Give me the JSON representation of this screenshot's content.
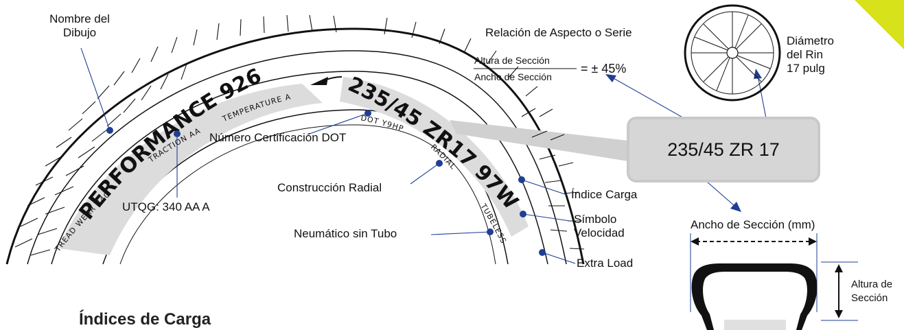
{
  "labels": {
    "pattern_name": "Nombre del\nDibujo",
    "dot_cert": "Número Certificación DOT",
    "utqg": "UTQG: 340 AA A",
    "radial_construction": "Construcción Radial",
    "tubeless": "Neumático sin Tubo",
    "load_index": "Índice Carga",
    "speed_symbol": "Símbolo\nVelocidad",
    "extra_load": "Extra Load",
    "aspect_ratio_title": "Relación de Aspecto o Serie",
    "aspect_numerator": "Altura de Sección",
    "aspect_denominator": "Ancho de Sección",
    "aspect_value": "= ± 45%",
    "rim_diameter": "Diámetro\ndel Rin\n17 pulg",
    "section_width": "Ancho de Sección (mm)",
    "section_height": "Altura de\nSección"
  },
  "tire_text": {
    "brand": "PERFORMANCE 926",
    "size_sidewall": "235/45 ZR17 97W",
    "treadwear": "TREAD WEAR 340",
    "traction": "TRACTION AA",
    "temperature": "TEMPERATURE A",
    "dot": "DOT Y9HP",
    "radial": "RADIAL",
    "tubeless": "TUBELESS"
  },
  "size_box": "235/45 ZR 17",
  "section_title": "Índices de Carga",
  "colors": {
    "accent": "#1f3e94",
    "corner": "#d7e21a",
    "box": "#d6d6d6",
    "band": "#dcdcdc"
  }
}
